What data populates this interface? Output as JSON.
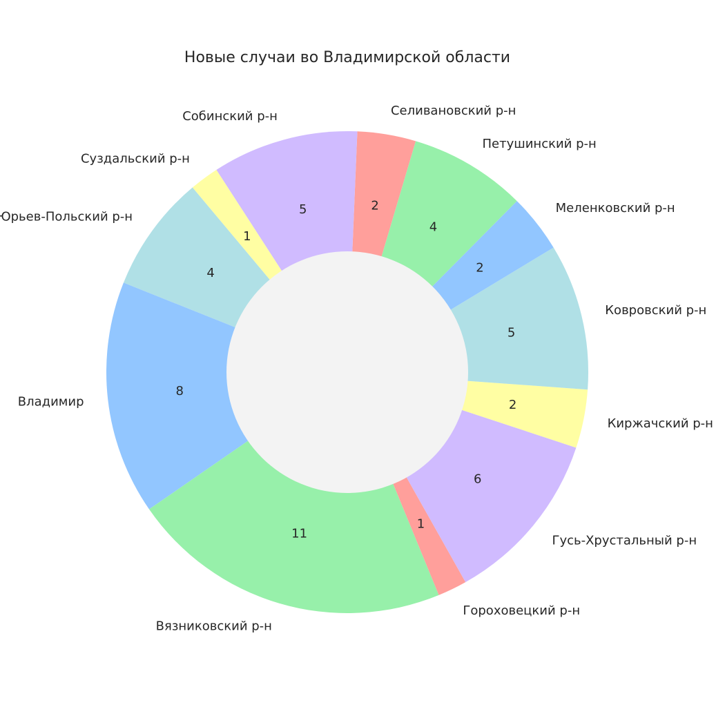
{
  "chart_data": {
    "type": "pie",
    "variant": "donut",
    "title": "Новые случаи во Владимирской области",
    "categories": [
      "Селивановский р-н",
      "Собинский р-н",
      "Суздальский р-н",
      "Юрьев-Польский р-н",
      "Владимир",
      "Вязниковский р-н",
      "Гороховецкий р-н",
      "Гусь-Хрустальный р-н",
      "Киржачский р-н",
      "Ковровский р-н",
      "Меленковский р-н",
      "Петушинский р-н"
    ],
    "values": [
      2,
      5,
      1,
      4,
      8,
      11,
      1,
      6,
      2,
      5,
      2,
      4
    ],
    "colors": [
      "#ff9f9b",
      "#d0bbff",
      "#fffea3",
      "#b0e0e6",
      "#92c6ff",
      "#97f0aa",
      "#ff9f9b",
      "#d0bbff",
      "#fffea3",
      "#b0e0e6",
      "#92c6ff",
      "#97f0aa"
    ],
    "hole_color": "#f3f3f3",
    "direction": "counterclockwise",
    "legend": "none"
  }
}
